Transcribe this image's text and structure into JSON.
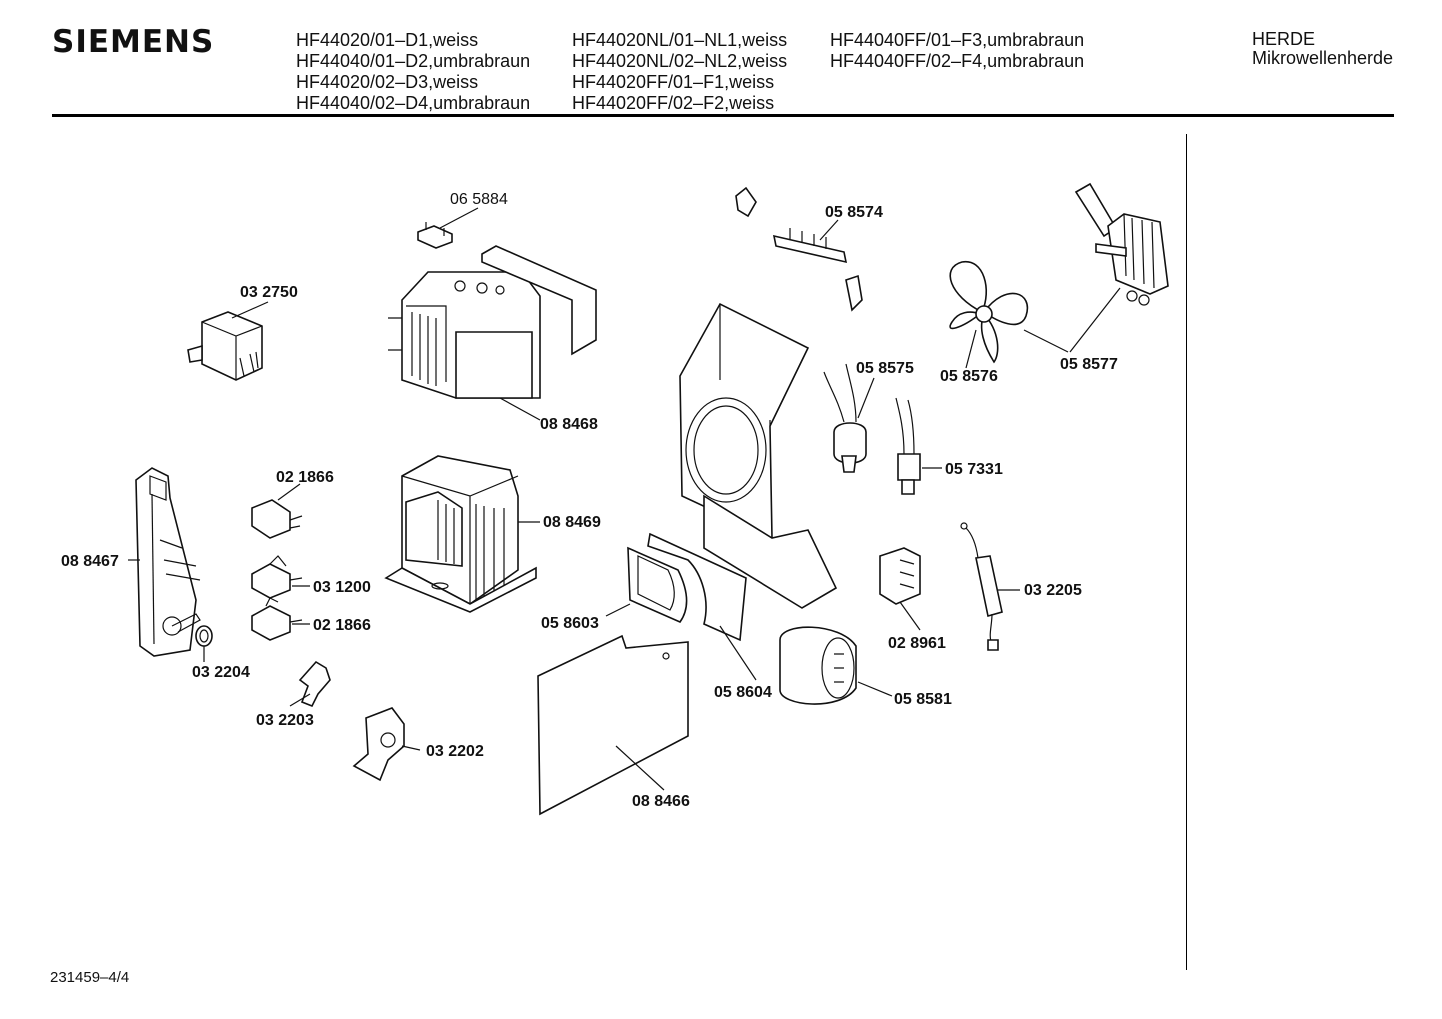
{
  "header": {
    "brand": "SIEMENS",
    "model_columns": [
      [
        "HF44020/01–D1,weiss",
        "HF44040/01–D2,umbrabraun",
        "HF44020/02–D3,weiss",
        "HF44040/02–D4,umbrabraun"
      ],
      [
        "HF44020NL/01–NL1,weiss",
        "HF44020NL/02–NL2,weiss",
        "HF44020FF/01–F1,weiss",
        "HF44020FF/02–F2,weiss"
      ],
      [
        "HF44040FF/01–F3,umbrabraun",
        "HF44040FF/02–F4,umbrabraun"
      ]
    ],
    "category": [
      "HERDE",
      "Mikrowellenherde"
    ]
  },
  "footer": {
    "doc_id": "231459–4/4"
  },
  "parts": [
    {
      "id": "p065884",
      "label": "06 5884"
    },
    {
      "id": "p032750",
      "label": "03 2750"
    },
    {
      "id": "p088468",
      "label": "08 8468"
    },
    {
      "id": "p058574",
      "label": "05 8574"
    },
    {
      "id": "p058575",
      "label": "05 8575"
    },
    {
      "id": "p058576",
      "label": "05 8576"
    },
    {
      "id": "p058577",
      "label": "05 8577"
    },
    {
      "id": "p057331",
      "label": "05 7331"
    },
    {
      "id": "p021866a",
      "label": "02 1866"
    },
    {
      "id": "p088469",
      "label": "08 8469"
    },
    {
      "id": "p088467",
      "label": "08 8467"
    },
    {
      "id": "p031200",
      "label": "03 1200"
    },
    {
      "id": "p021866b",
      "label": "02 1866"
    },
    {
      "id": "p032204",
      "label": "03 2204"
    },
    {
      "id": "p058603",
      "label": "05 8603"
    },
    {
      "id": "p058604",
      "label": "05 8604"
    },
    {
      "id": "p032205",
      "label": "03 2205"
    },
    {
      "id": "p028961",
      "label": "02 8961"
    },
    {
      "id": "p058581",
      "label": "05 8581"
    },
    {
      "id": "p032203",
      "label": "03 2203"
    },
    {
      "id": "p032202",
      "label": "03 2202"
    },
    {
      "id": "p088466",
      "label": "08 8466"
    }
  ]
}
